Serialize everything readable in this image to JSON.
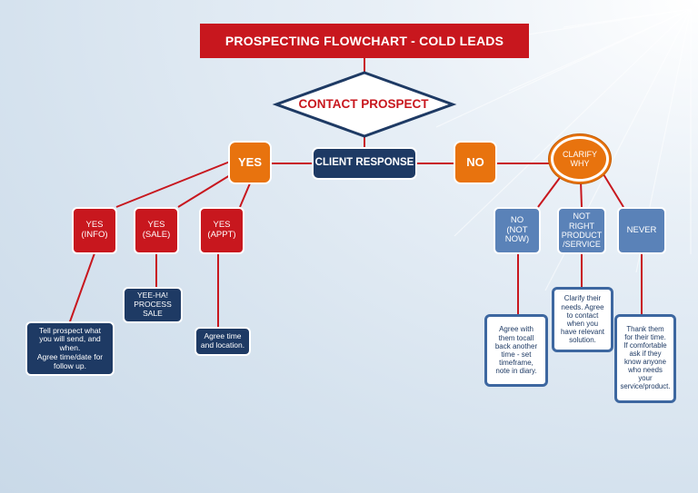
{
  "title": "PROSPECTING FLOWCHART - COLD LEADS",
  "contact": "CONTACT PROSPECT",
  "client_response": "CLIENT RESPONSE",
  "yes": "YES",
  "no": "NO",
  "clarify": [
    "CLARIFY",
    "WHY"
  ],
  "yes_options": {
    "info": [
      "YES",
      "(INFO)"
    ],
    "sale": [
      "YES",
      "(SALE)"
    ],
    "appt": [
      "YES",
      "(APPT)"
    ]
  },
  "no_options": {
    "not_now": [
      "NO",
      "(NOT",
      "NOW)"
    ],
    "not_right": [
      "NOT",
      "RIGHT",
      "PRODUCT",
      "/SERVICE"
    ],
    "never": [
      "NEVER"
    ]
  },
  "notes": {
    "info": [
      "Tell prospect what",
      "you will send, and",
      "when.",
      "Agree time/date for",
      "follow up."
    ],
    "sale": [
      "YEE-HA!",
      "PROCESS",
      "SALE"
    ],
    "appt": [
      "Agree time",
      "and location."
    ],
    "not_now": [
      "Agree with",
      "them tocall",
      "back another",
      "time - set",
      "timeframe,",
      "note in diary."
    ],
    "not_right": [
      "Clarify their",
      "needs.  Agree",
      "to contact",
      "when you",
      "have relevant",
      "solution."
    ],
    "never": [
      "Thank them",
      "for their time.",
      "If comfortable",
      "ask if they",
      "know anyone",
      "who needs",
      "your",
      "service/product."
    ]
  },
  "colors": {
    "red": "#c8171e",
    "navy": "#1e3a64",
    "orange": "#e8730e",
    "steel_blue": "#5a82b8"
  }
}
